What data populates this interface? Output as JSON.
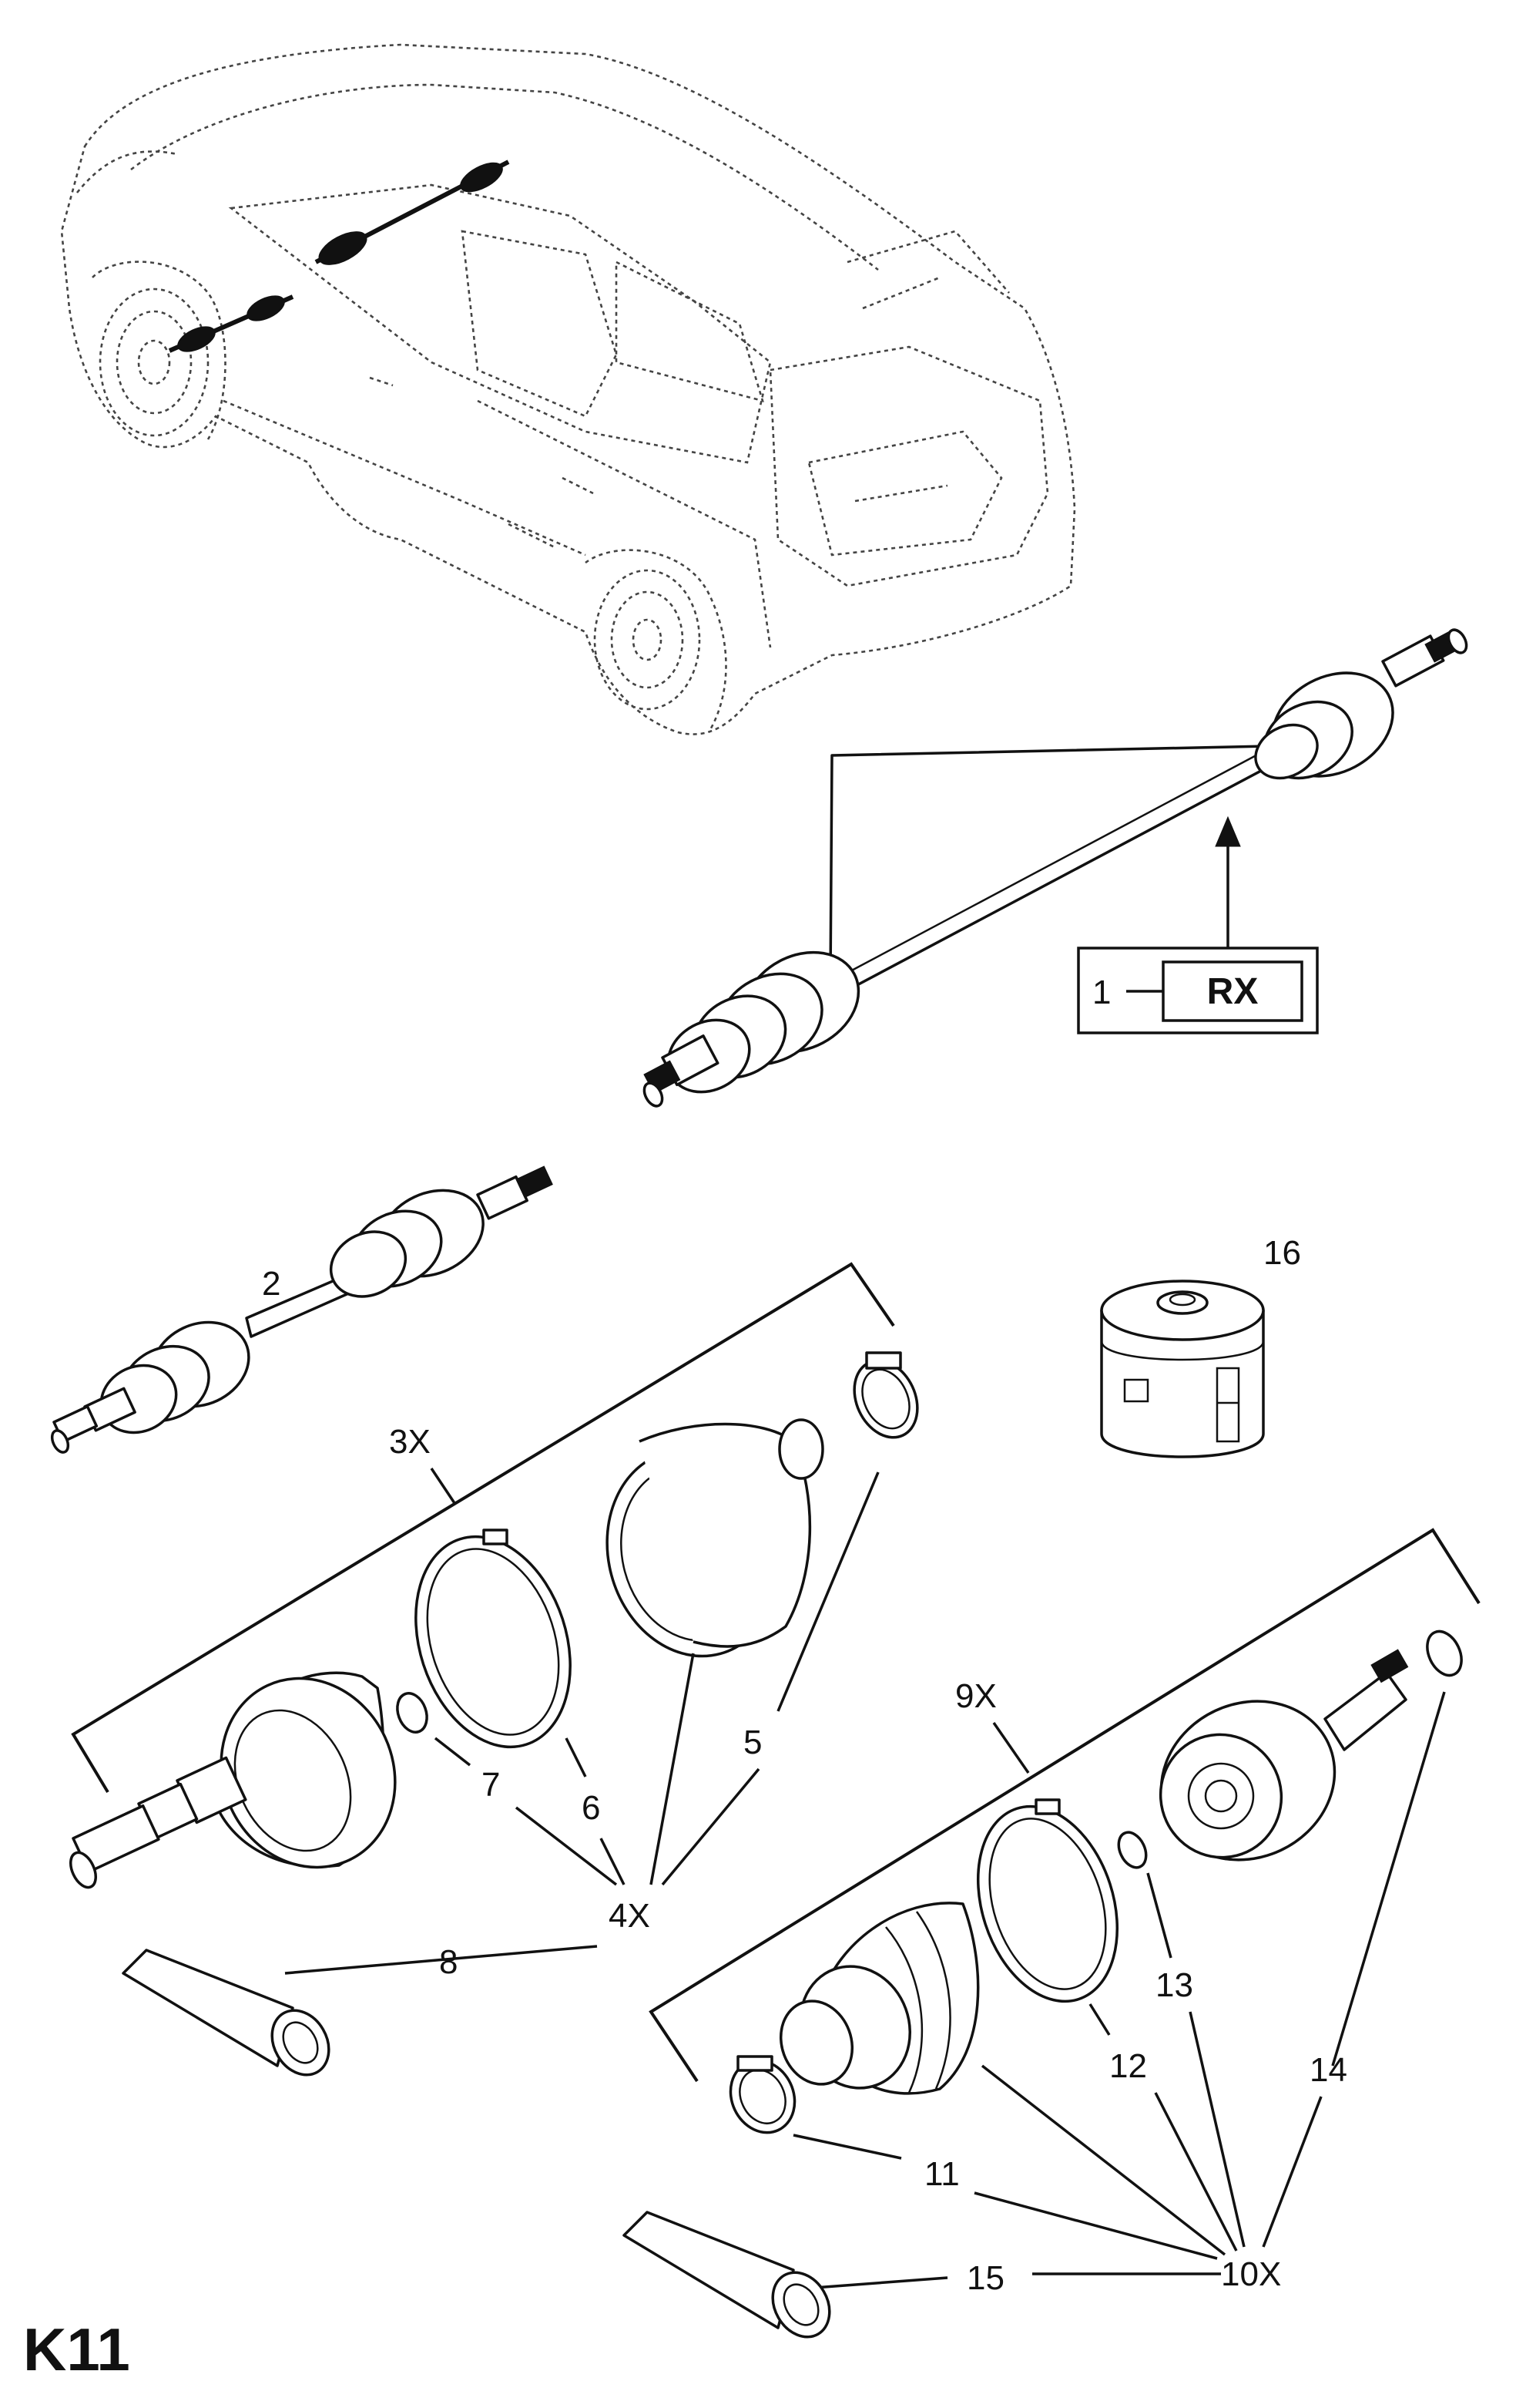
{
  "page_code": "K11",
  "rx_box": {
    "item": "1",
    "code": "RX"
  },
  "callouts": {
    "c2": "2",
    "c3x": "3X",
    "c4x": "4X",
    "c5": "5",
    "c6": "6",
    "c7": "7",
    "c8": "8",
    "c9x": "9X",
    "c10x": "10X",
    "c11": "11",
    "c12": "12",
    "c13": "13",
    "c14": "14",
    "c15": "15",
    "c16": "16"
  }
}
